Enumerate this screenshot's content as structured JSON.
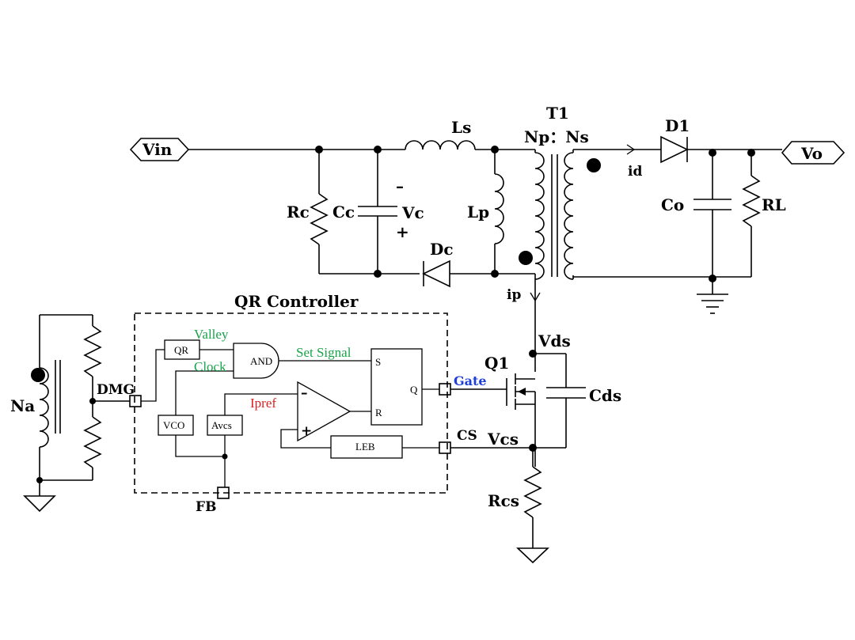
{
  "colors": {
    "wire": "#000000",
    "valley_clock_set": "#1aa34a",
    "ipref": "#e02020",
    "gate": "#1f3fd8"
  },
  "terminals": {
    "vin": "Vin",
    "vo": "Vo"
  },
  "transformer": {
    "name": "T1",
    "np_ns": "Np：Ns"
  },
  "components": {
    "rc": "Rc",
    "cc": "Cc",
    "vc": "Vc",
    "vc_minus": "–",
    "vc_plus": "+",
    "ls": "Ls",
    "lp": "Lp",
    "dc": "Dc",
    "d1": "D1",
    "id": "id",
    "co": "Co",
    "rl": "RL",
    "ip": "ip",
    "q1": "Q1",
    "vds": "Vds",
    "cds": "Cds",
    "vcs": "Vcs",
    "rcs": "Rcs",
    "na": "Na"
  },
  "controller": {
    "title": "QR Controller",
    "dmg": "DMG",
    "fb": "FB",
    "cs": "CS",
    "gate": "Gate",
    "qr": "QR",
    "and": "AND",
    "vco": "VCO",
    "avcs": "Avcs",
    "leb": "LEB",
    "valley": "Valley",
    "clock": "Clock",
    "set_signal": "Set Signal",
    "ipref": "Ipref",
    "s": "S",
    "r": "R",
    "q": "Q",
    "minus": "–",
    "plus": "+"
  }
}
